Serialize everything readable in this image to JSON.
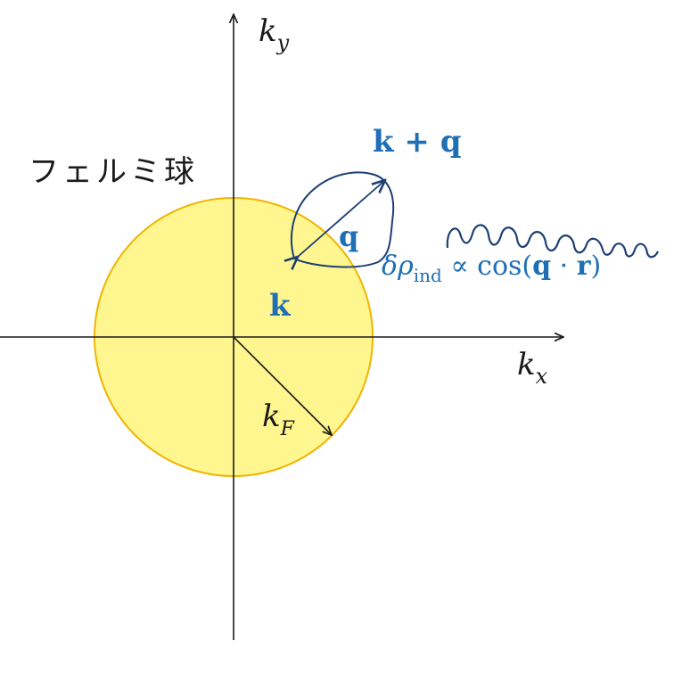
{
  "colors": {
    "sphere_fill": "#fff68f",
    "sphere_stroke": "#f0b400",
    "axis": "#1a1a1a",
    "accent_blue": "#1f6fb5",
    "hand_blue": "#1d3f73",
    "text": "#1a1a1a"
  },
  "labels": {
    "fermi_sphere": "フェルミ球",
    "ky_main": "k",
    "ky_sub": "y",
    "kx_main": "k",
    "kx_sub": "x",
    "kf_main": "k",
    "kf_sub": "F",
    "k_plus_q": "k + q",
    "q": "q",
    "k": "k",
    "delta_rho": {
      "delta": "δ",
      "rho": "ρ",
      "sub": "ind",
      "propto": " ∝ cos(",
      "q": "q",
      "dot": " · ",
      "r": "r",
      "close": ")"
    }
  },
  "icons": {
    "wave": "wavy-line-icon"
  }
}
